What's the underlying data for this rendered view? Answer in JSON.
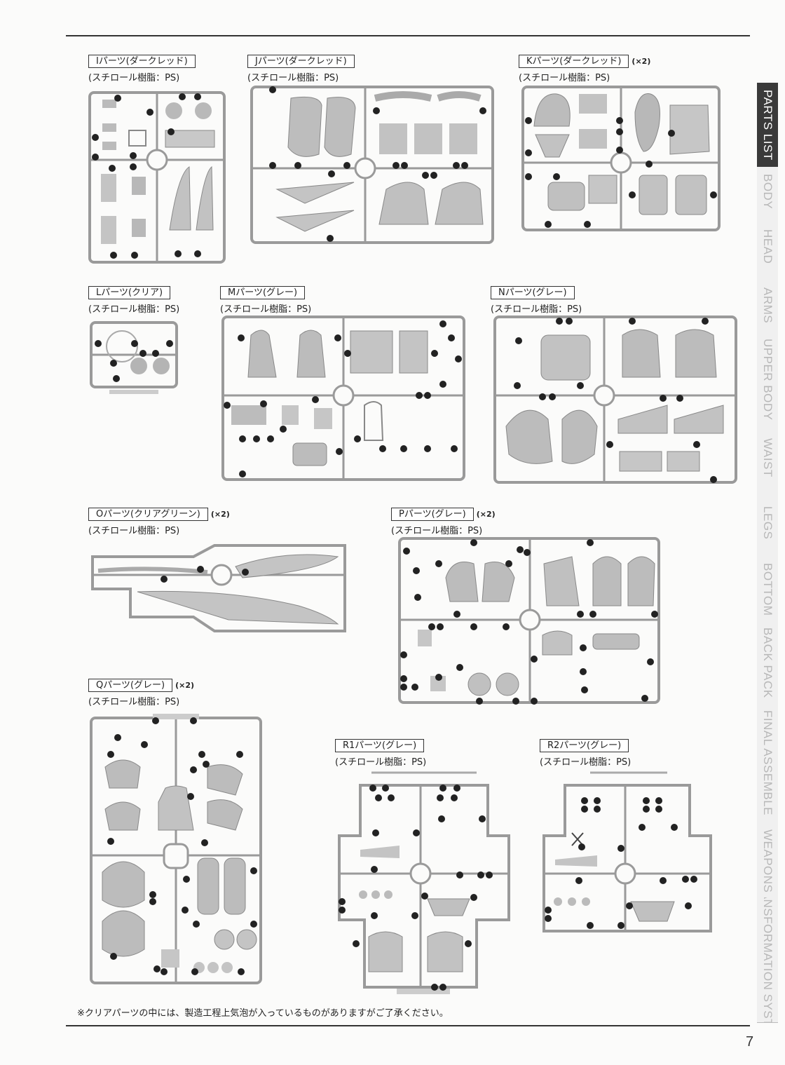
{
  "side_tabs": [
    {
      "label": "PARTS LIST",
      "active": true
    },
    {
      "label": "BODY",
      "active": false
    },
    {
      "label": "HEAD",
      "active": false
    },
    {
      "label": "ARMS",
      "active": false
    },
    {
      "label": "UPPER BODY",
      "active": false
    },
    {
      "label": "WAIST",
      "active": false
    },
    {
      "label": "LEGS",
      "active": false
    },
    {
      "label": "BOTTOM",
      "active": false
    },
    {
      "label": "BACK PACK",
      "active": false
    },
    {
      "label": "FINAL ASSEMBLE",
      "active": false
    },
    {
      "label": "WEAPONS",
      "active": false
    },
    {
      "label": "TRANSFORMATION SYSTEM",
      "active": false
    }
  ],
  "parts": {
    "I": {
      "title": "Iパーツ(ダークレッド)",
      "qty": "",
      "material": "(スチロール樹脂：PS)"
    },
    "J": {
      "title": "Jパーツ(ダークレッド)",
      "qty": "",
      "material": "(スチロール樹脂：PS)"
    },
    "K": {
      "title": "Kパーツ(ダークレッド)",
      "qty": "(×2)",
      "material": "(スチロール樹脂：PS)"
    },
    "L": {
      "title": "Lパーツ(クリア)",
      "qty": "",
      "material": "(スチロール樹脂：PS)"
    },
    "M": {
      "title": "Mパーツ(グレー)",
      "qty": "",
      "material": "(スチロール樹脂：PS)"
    },
    "N": {
      "title": "Nパーツ(グレー)",
      "qty": "",
      "material": "(スチロール樹脂：PS)"
    },
    "O": {
      "title": "Oパーツ(クリアグリーン)",
      "qty": "(×2)",
      "material": "(スチロール樹脂：PS)"
    },
    "P": {
      "title": "Pパーツ(グレー)",
      "qty": "(×2)",
      "material": "(スチロール樹脂：PS)"
    },
    "Q": {
      "title": "Qパーツ(グレー)",
      "qty": "(×2)",
      "material": "(スチロール樹脂：PS)"
    },
    "R1": {
      "title": "R1パーツ(グレー)",
      "qty": "",
      "material": "(スチロール樹脂：PS)"
    },
    "R2": {
      "title": "R2パーツ(グレー)",
      "qty": "",
      "material": "(スチロール樹脂：PS)"
    }
  },
  "footnote": "※クリアパーツの中には、製造工程上気泡が入っているものがありますがご了承ください。",
  "page_number": "7"
}
